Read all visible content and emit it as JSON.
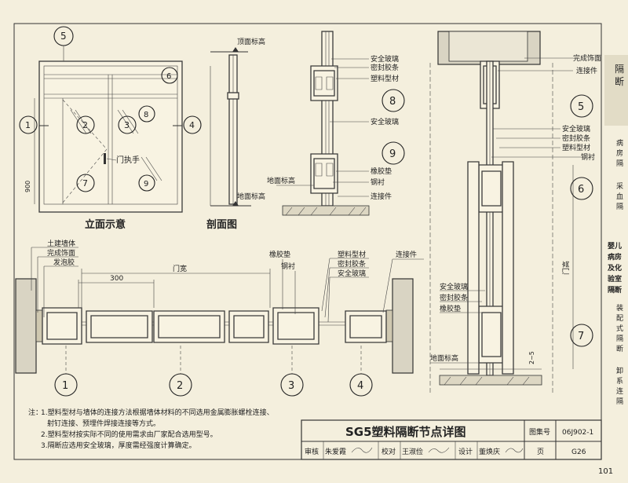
{
  "elevation": {
    "title": "立面示意",
    "door_handle": "门执手",
    "dim_900": "900",
    "markers": [
      "1",
      "2",
      "3",
      "4",
      "5",
      "6",
      "7",
      "8",
      "9"
    ]
  },
  "section": {
    "title": "剖面图",
    "top_level": "顶面标高",
    "floor_level": "地面标高"
  },
  "detail89": {
    "labels": [
      "安全玻璃",
      "密封胶条",
      "塑料型材",
      "安全玻璃",
      "橡胶垫",
      "钢衬",
      "地面标高",
      "连接件"
    ],
    "circle_8": "8",
    "circle_9": "9"
  },
  "detail_right": {
    "labels": [
      "完成饰面",
      "连接件",
      "安全玻璃",
      "密封胶条",
      "塑料型材",
      "钢衬",
      "安全玻璃",
      "密封胶条",
      "橡胶垫",
      "地面标高"
    ],
    "circle_5": "5",
    "circle_6": "6",
    "circle_7": "7",
    "door_height": "门高",
    "dim_small": "2~5"
  },
  "plan": {
    "left_labels": [
      "土建墙体",
      "完成饰面",
      "发泡胶"
    ],
    "top_labels": [
      "橡胶垫",
      "钢衬",
      "塑料型材",
      "密封胶条",
      "安全玻璃",
      "连接件"
    ],
    "dim_300": "300",
    "door_width": "门宽",
    "circles": [
      "1",
      "2",
      "3",
      "4"
    ]
  },
  "notes": {
    "prefix": "注：",
    "lines": [
      "1.塑料型材与墙体的连接方法根据墙体材料的不同选用金属膨胀螺栓连接、",
      "射钉连接、预埋件焊接连接等方式。",
      "2.塑料型材按实际不同的使用需求由厂家配合选用型号。",
      "3.隔断应选用安全玻璃，厚度需经强度计算确定。"
    ]
  },
  "title_block": {
    "drawing_title": "SG5塑料隔断节点详图",
    "atlas_label": "图集号",
    "atlas_no": "06J902-1",
    "review_label": "审核",
    "review_name": "朱爱霞",
    "check_label": "校对",
    "check_name": "王淑俭",
    "design_label": "设计",
    "design_name": "董焕庆",
    "page_label": "页",
    "page_no": "G26"
  },
  "side_tab": {
    "top_chars": [
      "隔",
      "断"
    ],
    "faint_chars": [
      "病",
      "房",
      "隔",
      "采",
      "血",
      "隔"
    ],
    "mid_chars": [
      "婴儿",
      "病房",
      "及化",
      "验室",
      "隔断"
    ],
    "low_chars": [
      "装",
      "配",
      "式",
      "隔",
      "断"
    ],
    "bottom_chars": [
      "卸",
      "系",
      "连",
      "隔"
    ]
  },
  "page_number": "101"
}
